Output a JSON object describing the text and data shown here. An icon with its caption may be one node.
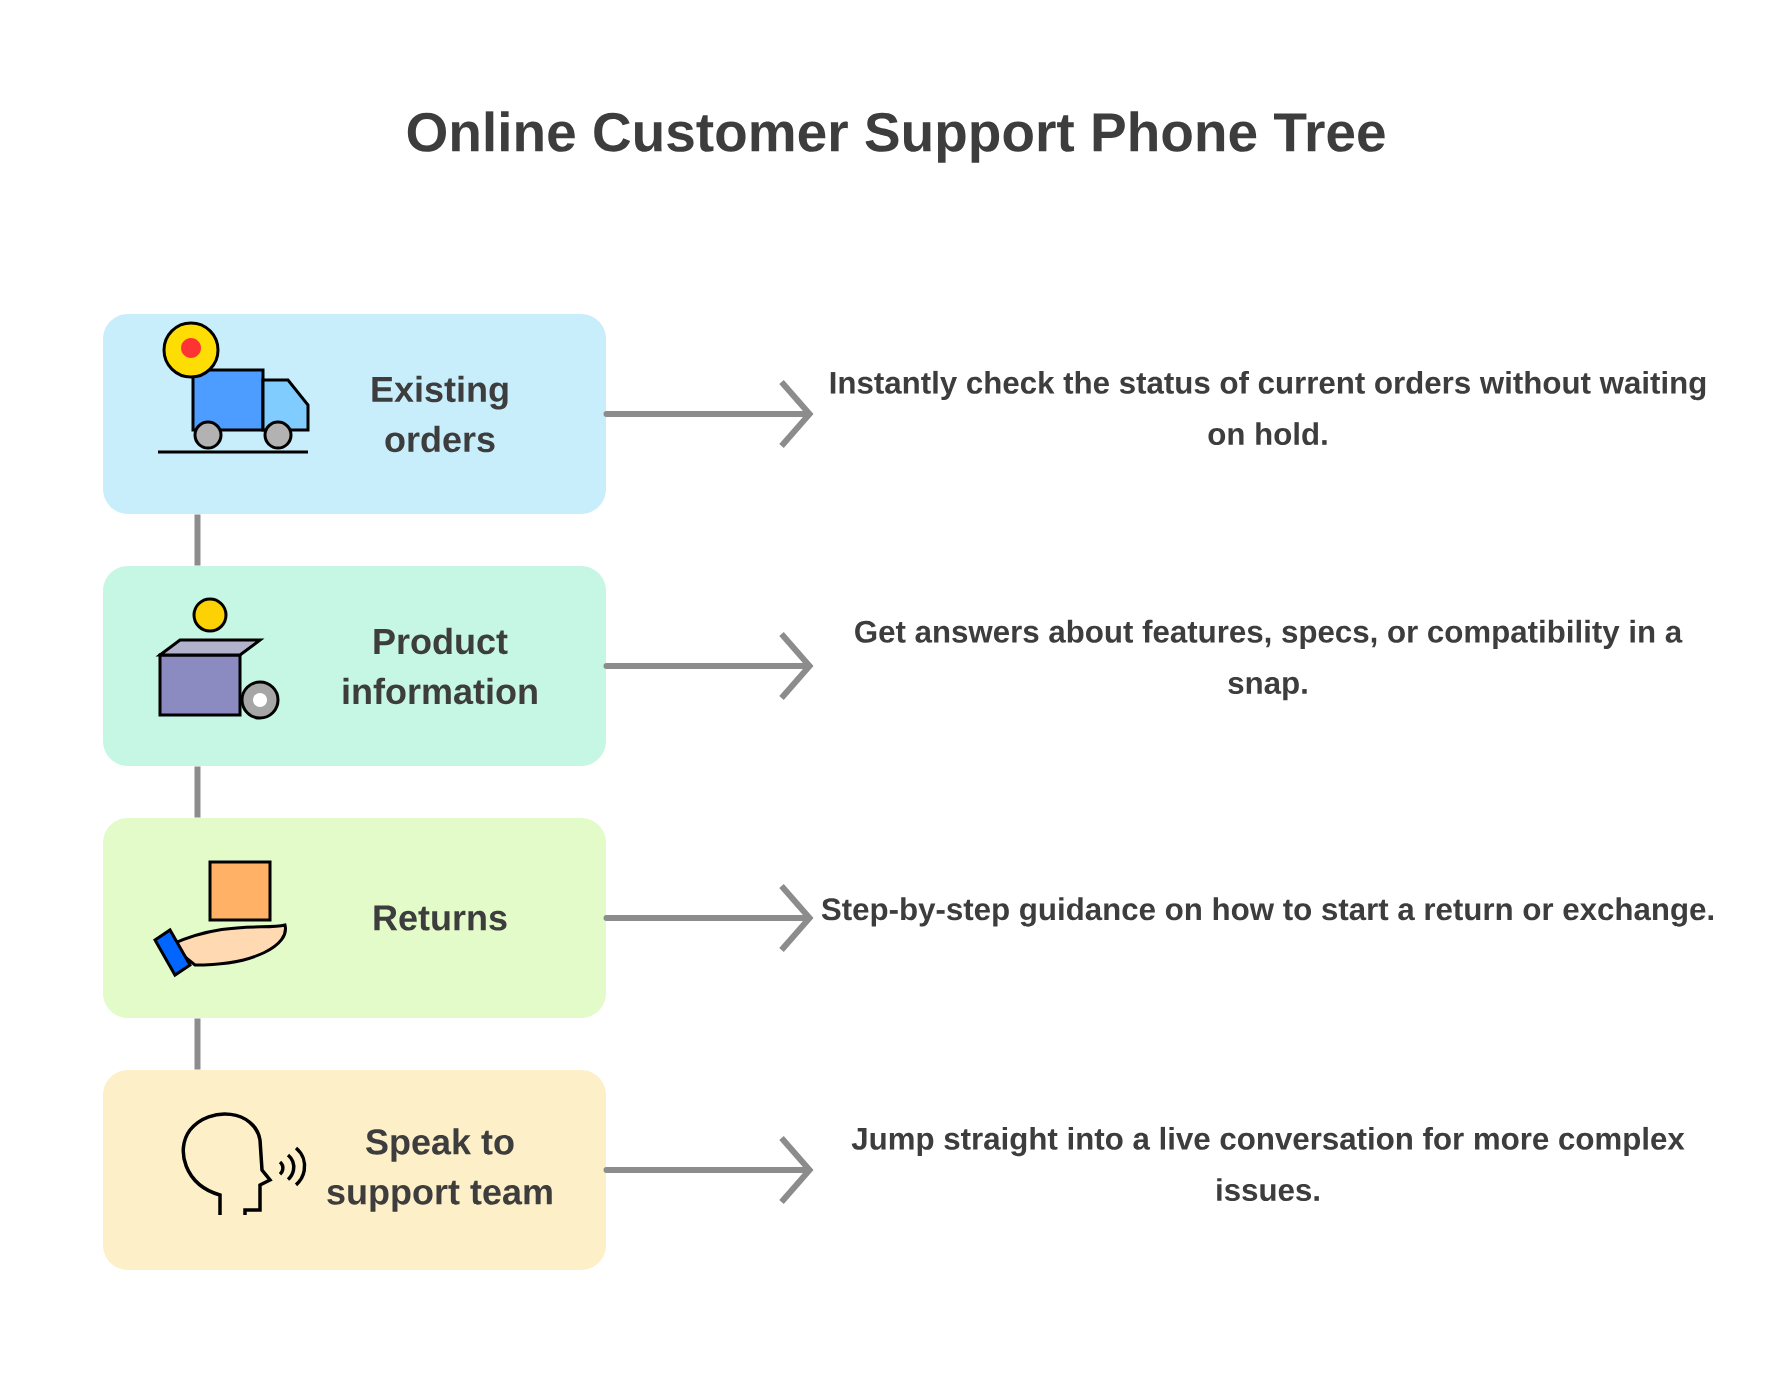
{
  "diagram": {
    "title": "Online Customer Support Phone Tree",
    "nodes": [
      {
        "text": [
          "Existing orders"
        ]
      },
      {
        "text": [
          "Instantly check the status of current orders without waiting on hold."
        ]
      },
      {
        "text": [
          "Product information"
        ]
      },
      {
        "text": [
          "Get answers about features, specs, or compatibility in a snap."
        ]
      },
      {
        "text": [
          "Returns"
        ]
      },
      {
        "text": [
          "Step-by-step guidance on how to start a return or exchange."
        ]
      },
      {
        "text": [
          "Speak to support team"
        ]
      },
      {
        "text": [
          "Jump straight into a live conversation for more complex issues."
        ]
      }
    ],
    "edges": [
      {
        "from": 0,
        "to": 1,
        "arrow": "to"
      },
      {
        "from": 2,
        "to": 3,
        "arrow": "to"
      },
      {
        "from": 4,
        "to": 5,
        "arrow": "to"
      },
      {
        "from": 6,
        "to": 7,
        "arrow": "to"
      },
      {
        "from": 0,
        "to": 2,
        "arrow": "none"
      },
      {
        "from": 2,
        "to": 4,
        "arrow": "none"
      },
      {
        "from": 4,
        "to": 6,
        "arrow": "none"
      }
    ]
  }
}
